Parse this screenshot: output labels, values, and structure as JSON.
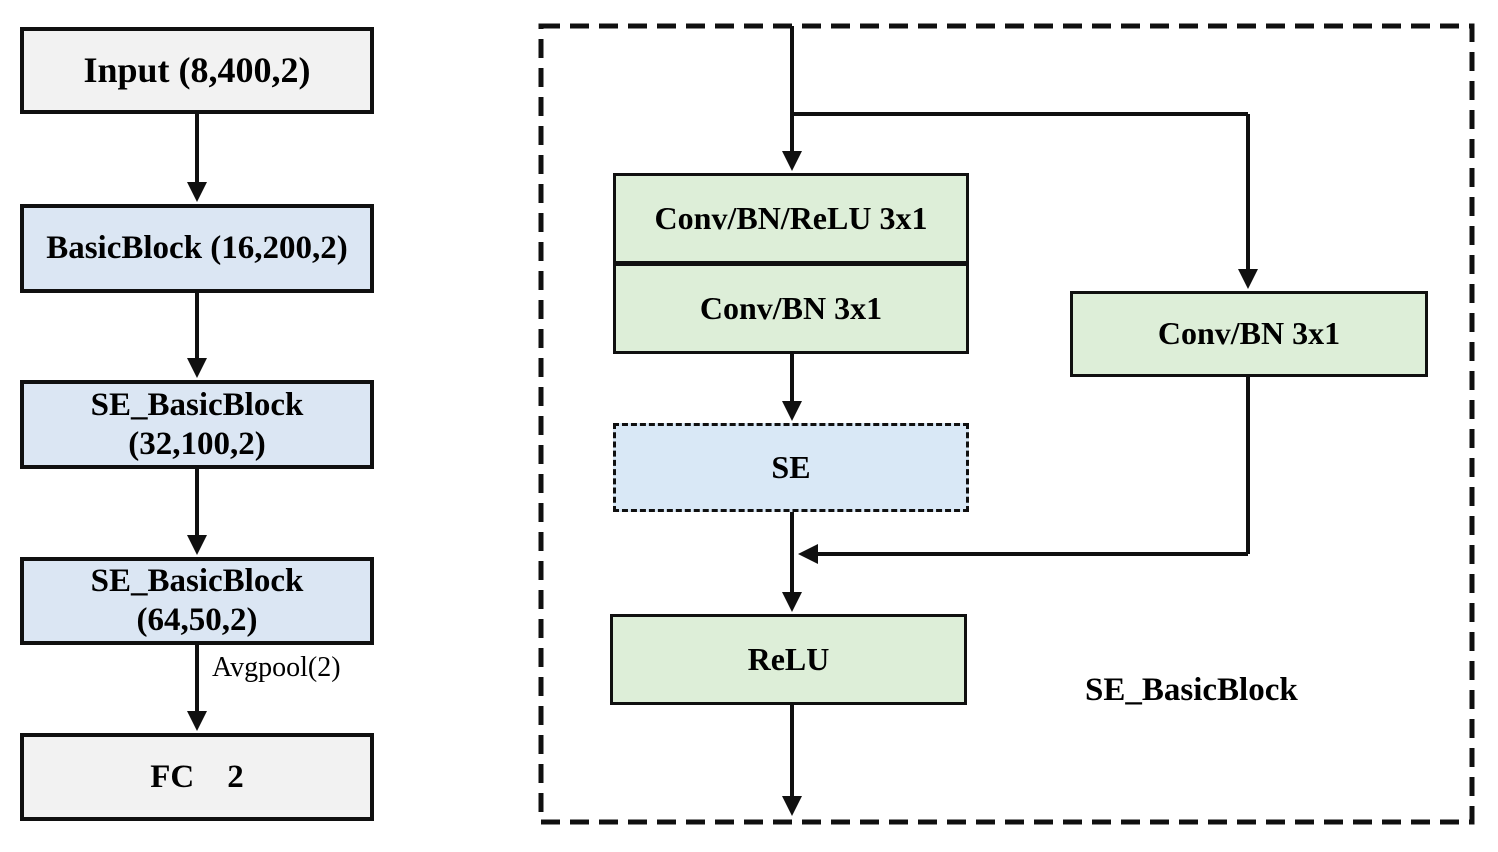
{
  "figure": {
    "left_pipeline": {
      "nodes": [
        {
          "label": "Input (8,400,2)"
        },
        {
          "label": "BasicBlock (16,200,2)"
        },
        {
          "line1": "SE_BasicBlock",
          "line2": "(32,100,2)"
        },
        {
          "line1": "SE_BasicBlock",
          "line2": "(64,50,2)"
        },
        {
          "label": "FC    2"
        }
      ],
      "edge_label": "Avgpool(2)"
    },
    "detail_block": {
      "caption": "SE_BasicBlock",
      "conv_bn_relu_label": "Conv/BN/ReLU 3x1",
      "conv_bn_label": "Conv/BN 3x1",
      "se_label": "SE",
      "shortcut_conv_bn_label": "Conv/BN 3x1",
      "relu_label": "ReLU"
    },
    "colors": {
      "io_box_gray": "#f2f2f2",
      "block_box_blue": "#dbe6f3",
      "conv_box_green": "#ddeed8",
      "se_box_blue": "#d9e8f6",
      "line_black": "#101010"
    }
  }
}
